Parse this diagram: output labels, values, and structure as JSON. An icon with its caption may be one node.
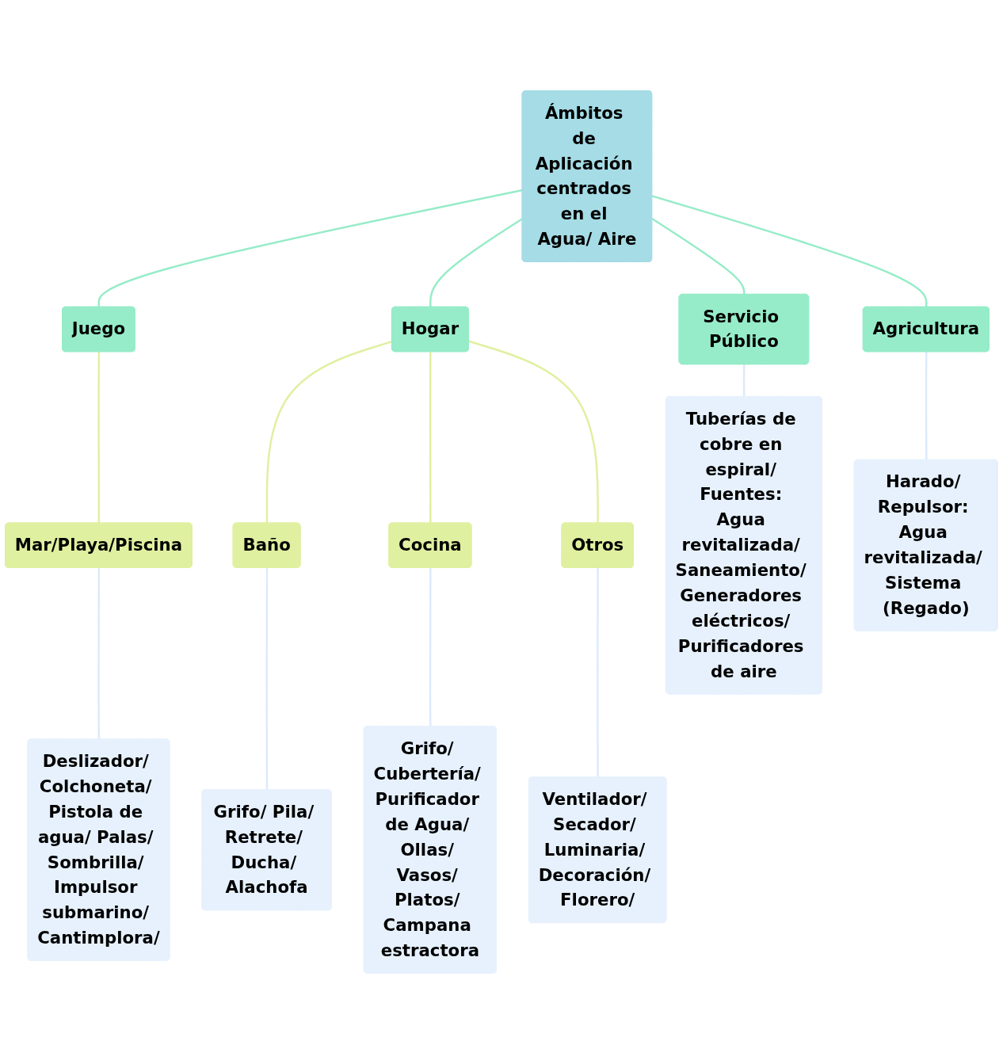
{
  "diagram": {
    "nodes": [
      {
        "text": [
          "Ámbitos de Aplicación centrados en el Agua/ Aire"
        ]
      },
      {
        "text": [
          "Juego"
        ]
      },
      {
        "text": [
          "Mar/Playa/Piscina"
        ]
      },
      {
        "text": [
          "Deslizador/ Colchoneta/ Pistola de agua/ Palas/ Sombrilla/ Impulsor submarino/ Cantimplora/"
        ]
      },
      {
        "text": [
          "Hogar"
        ]
      },
      {
        "text": [
          "Baño"
        ]
      },
      {
        "text": [
          "Grifo/ Pila/ Retrete/ Ducha/ Alachofa"
        ]
      },
      {
        "text": [
          "Cocina"
        ]
      },
      {
        "text": [
          "Grifo/ Cubertería/ Purificador de Agua/ Ollas/ Vasos/ Platos/ Campana estractora"
        ]
      },
      {
        "text": [
          "Otros"
        ]
      },
      {
        "text": [
          "Ventilador/ Secador/ Luminaria/ Decoración/ Florero/"
        ]
      },
      {
        "text": [
          "Servicio Público"
        ]
      },
      {
        "text": [
          "Tuberías de cobre en espiral/ Fuentes: Agua revitalizada/ Saneamiento/ Generadores eléctricos/ Purificadores de aire"
        ]
      },
      {
        "text": [
          "Agricultura"
        ]
      },
      {
        "text": [
          "Harado/ Repulsor: Agua revitalizada/ Sistema (Regado)"
        ]
      }
    ],
    "edges": [
      {
        "from": 0,
        "to": 1,
        "arrow": "none",
        "color": "#96ecc8"
      },
      {
        "from": 1,
        "to": 2,
        "arrow": "none",
        "color": "#dff0a0"
      },
      {
        "from": 2,
        "to": 3,
        "arrow": "none"
      },
      {
        "from": 0,
        "to": 4,
        "arrow": "none",
        "color": "#96ecc8"
      },
      {
        "from": 4,
        "to": 5,
        "arrow": "none",
        "color": "#dff0a0"
      },
      {
        "from": 5,
        "to": 6,
        "arrow": "none"
      },
      {
        "from": 4,
        "to": 7,
        "arrow": "none",
        "color": "#dff0a0"
      },
      {
        "from": 7,
        "to": 8,
        "arrow": "none"
      },
      {
        "from": 4,
        "to": 9,
        "arrow": "none",
        "color": "#dff0a0"
      },
      {
        "from": 9,
        "to": 10,
        "arrow": "none"
      },
      {
        "from": 0,
        "to": 11,
        "arrow": "none",
        "color": "#96ecc8"
      },
      {
        "from": 11,
        "to": 12,
        "arrow": "none"
      },
      {
        "from": 0,
        "to": 13,
        "arrow": "none",
        "color": "#96ecc8"
      },
      {
        "from": 13,
        "to": 14,
        "arrow": "none"
      }
    ]
  }
}
